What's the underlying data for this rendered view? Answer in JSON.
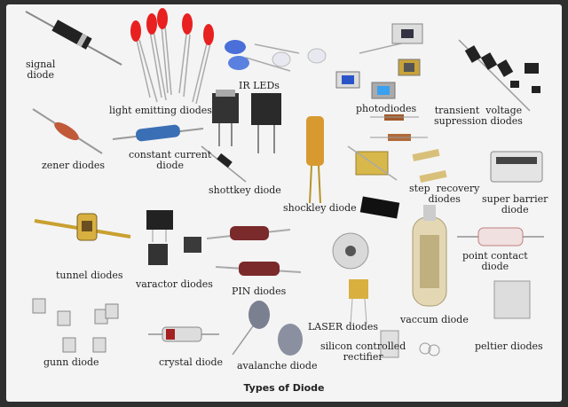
{
  "caption": "Types of Diode",
  "labels": {
    "signal": "signal\ndiode",
    "led": "light emitting diodes",
    "ir": "IR LEDs",
    "photo": "photodiodes",
    "tvs": "transient  voltage\nsupression diodes",
    "zener": "zener diodes",
    "ccd": "constant current\ndiode",
    "schottky": "shottkey  diode",
    "shockley": "shockley  diode",
    "step": "step  recovery\ndiodes",
    "superbarrier": "super barrier\ndiode",
    "tunnel": "tunnel  diodes",
    "varactor": "varactor diodes",
    "pin": "PIN diodes",
    "pointcontact": "point contact\ndiode",
    "gunn": "gunn diode",
    "crystal": "crystal diode",
    "avalanche": "avalanche diode",
    "laser": "LASER diodes",
    "scr": "silicon controlled\nrectifier",
    "vacuum": "vaccum diode",
    "peltier": "peltier diodes"
  }
}
